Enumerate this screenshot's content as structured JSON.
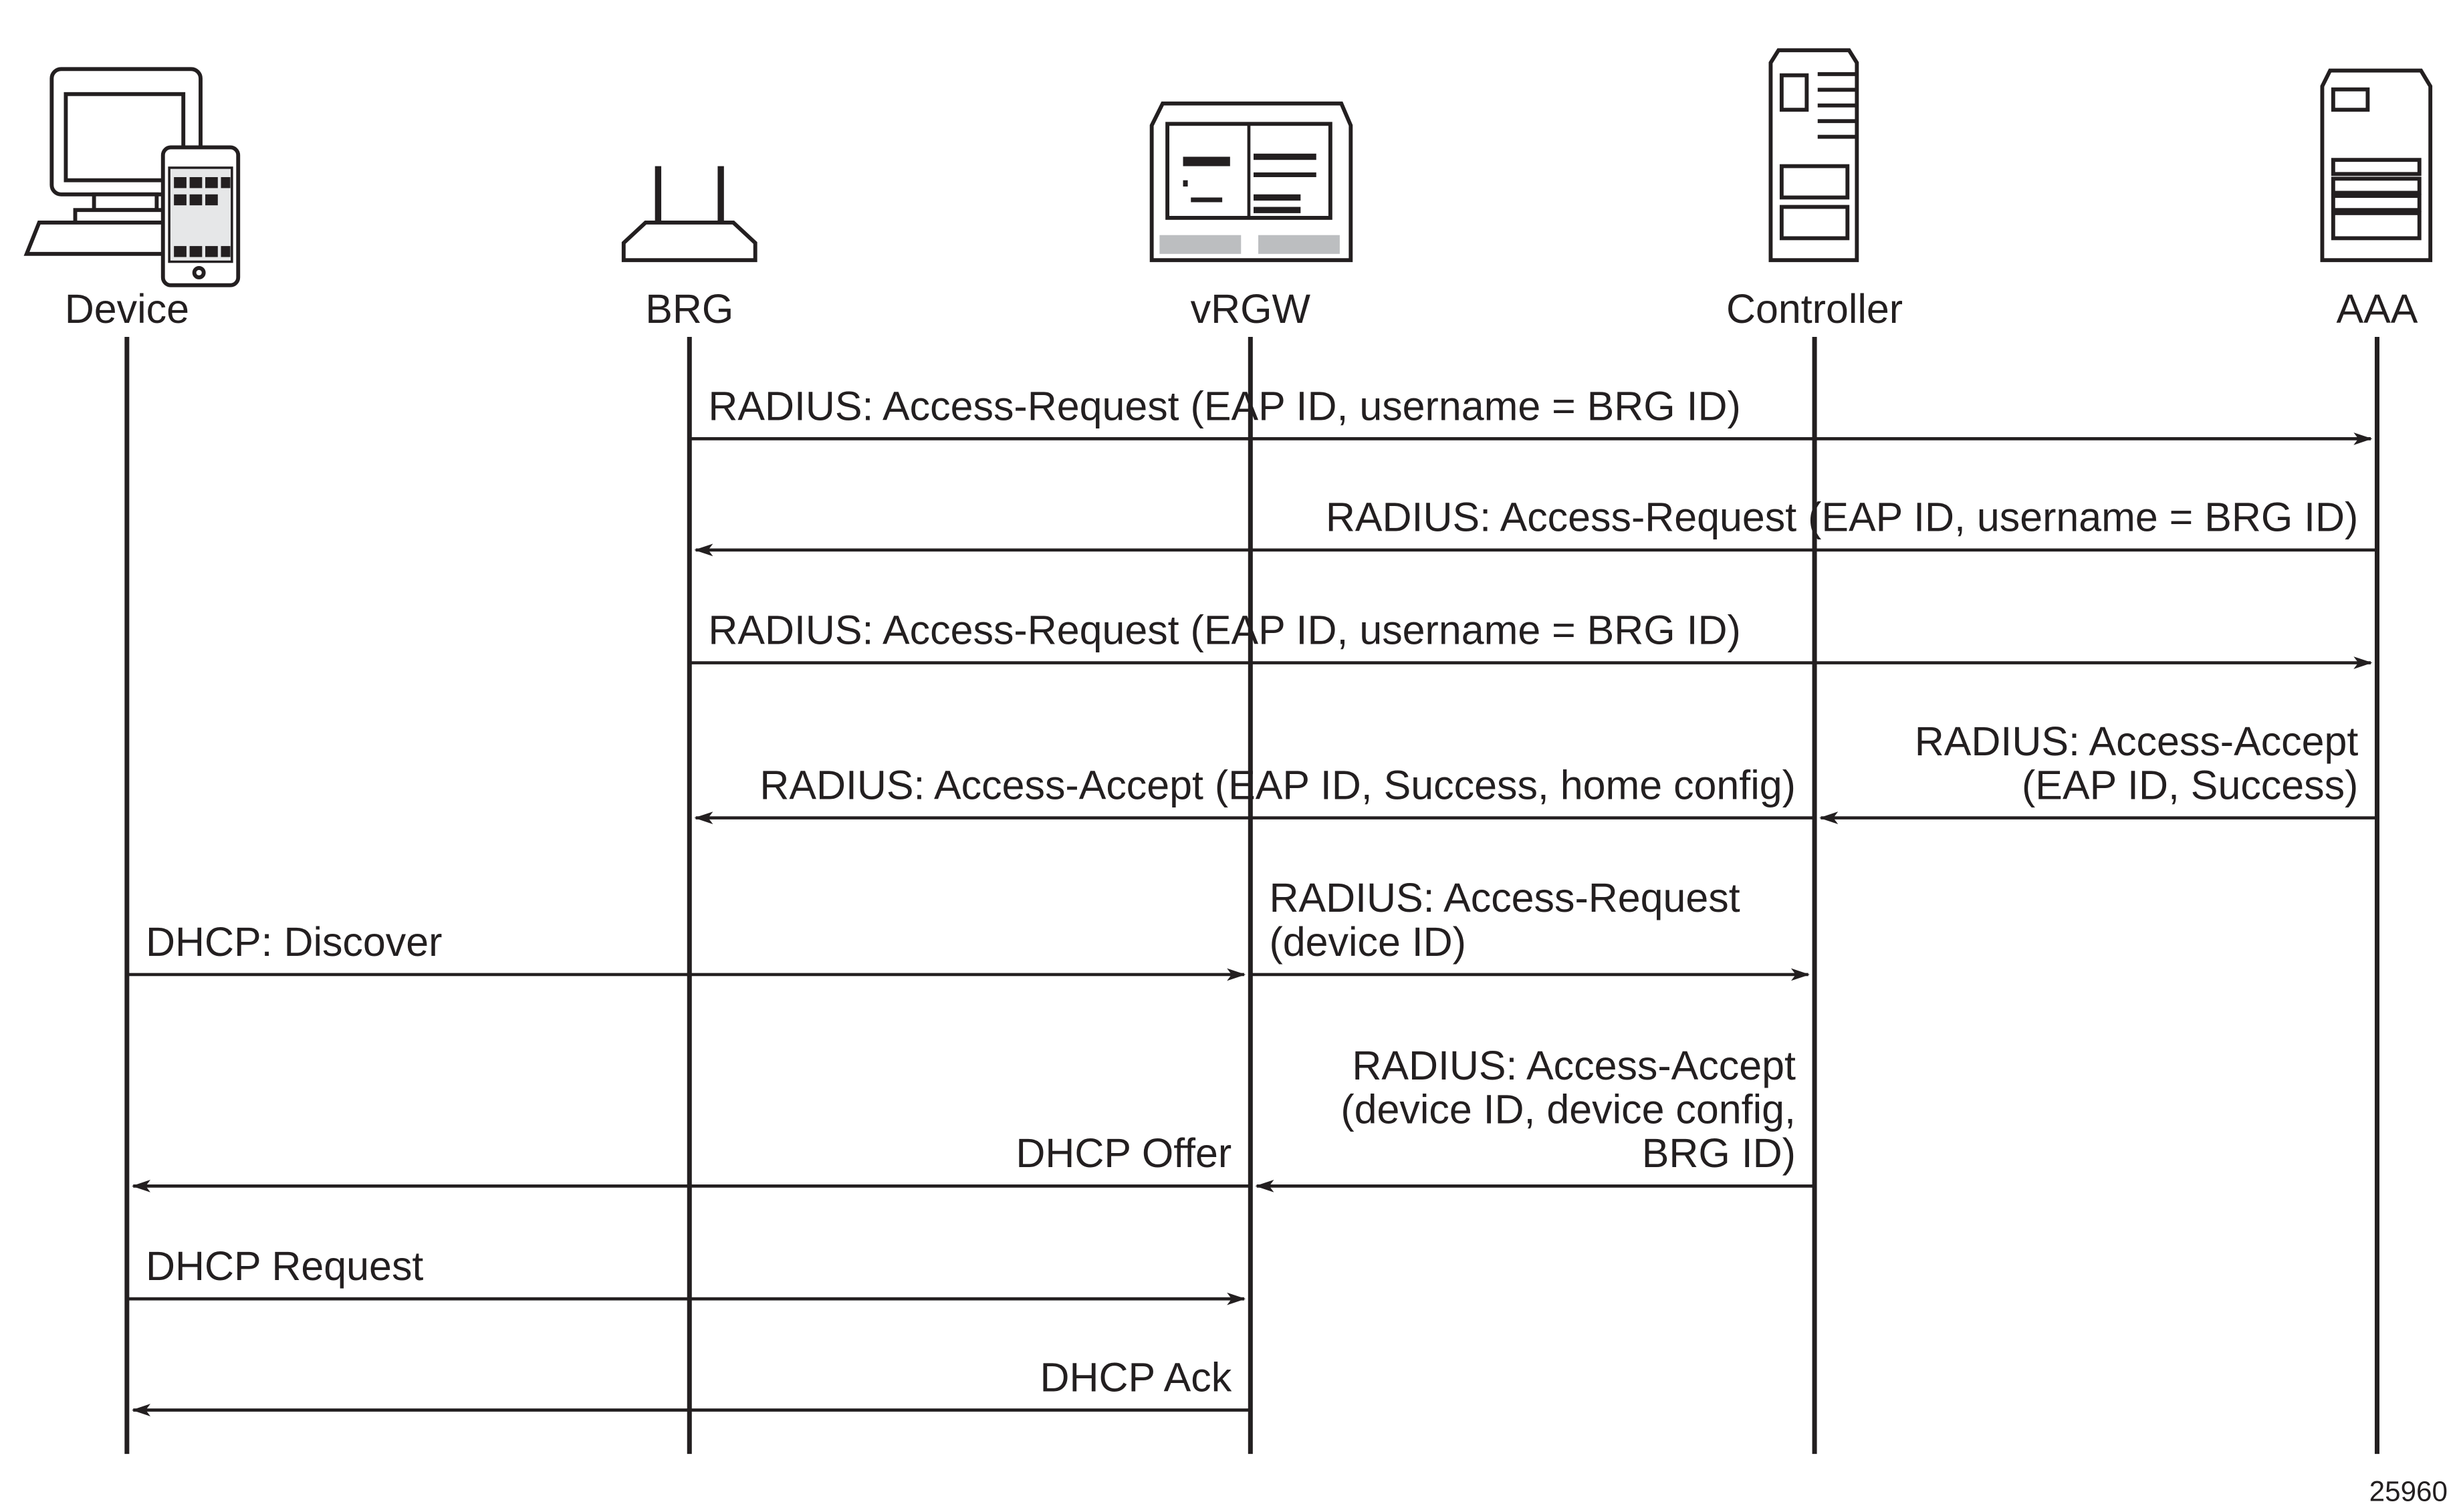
{
  "participants": [
    {
      "id": "device",
      "label": "Device",
      "icon": "computer-and-phone-icon"
    },
    {
      "id": "brg",
      "label": "BRG",
      "icon": "router-icon"
    },
    {
      "id": "vrgw",
      "label": "vRGW",
      "icon": "chassis-icon"
    },
    {
      "id": "controller",
      "label": "Controller",
      "icon": "server-tower-icon"
    },
    {
      "id": "aaa",
      "label": "AAA",
      "icon": "server-tower-icon"
    }
  ],
  "messages": [
    {
      "from": "brg",
      "to": "aaa",
      "lines": [
        "RADIUS: Access-Request (EAP ID, username = BRG ID)"
      ]
    },
    {
      "from": "aaa",
      "to": "brg",
      "lines": [
        "RADIUS: Access-Request (EAP ID, username = BRG ID)"
      ]
    },
    {
      "from": "brg",
      "to": "aaa",
      "lines": [
        "RADIUS: Access-Request (EAP ID, username = BRG ID)"
      ]
    },
    {
      "from": "aaa",
      "to": "controller",
      "lines": [
        "RADIUS: Access-Accept",
        "(EAP ID, Success)"
      ]
    },
    {
      "from": "controller",
      "to": "brg",
      "lines": [
        "RADIUS: Access-Accept (EAP ID, Success, home config)"
      ]
    },
    {
      "from": "device",
      "to": "vrgw",
      "lines": [
        "DHCP: Discover"
      ]
    },
    {
      "from": "vrgw",
      "to": "controller",
      "lines": [
        "RADIUS: Access-Request",
        "(device ID)"
      ]
    },
    {
      "from": "controller",
      "to": "vrgw",
      "lines": [
        "RADIUS: Access-Accept",
        "(device ID, device config,",
        "BRG ID)"
      ]
    },
    {
      "from": "vrgw",
      "to": "device",
      "lines": [
        "DHCP Offer"
      ]
    },
    {
      "from": "device",
      "to": "vrgw",
      "lines": [
        "DHCP Request"
      ]
    },
    {
      "from": "vrgw",
      "to": "device",
      "lines": [
        "DHCP Ack"
      ]
    }
  ],
  "figure_number": "25960"
}
